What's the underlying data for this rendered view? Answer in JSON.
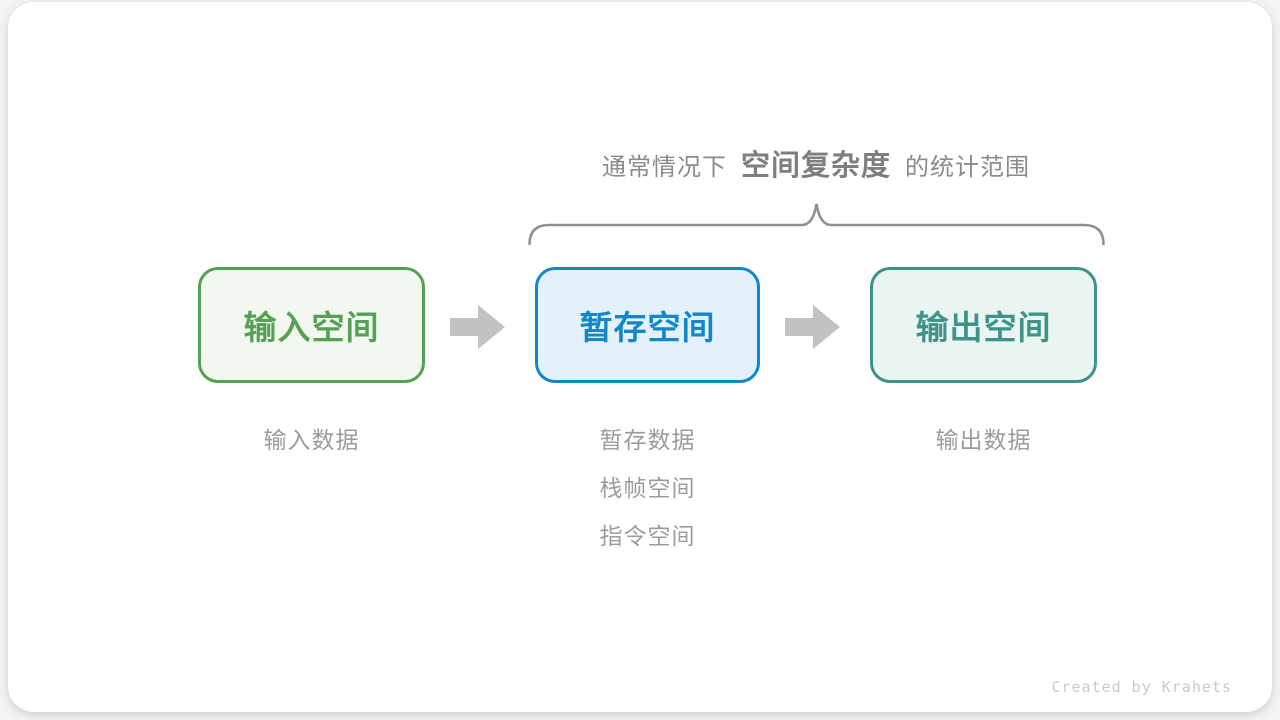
{
  "title": {
    "prefix": "通常情况下",
    "highlight": "空间复杂度",
    "suffix": "的统计范围"
  },
  "boxes": [
    {
      "id": "input-space",
      "label": "输入空间",
      "border_color": "#56A055",
      "fill_color": "#F2F8F0",
      "text_color": "#56A055",
      "notes": [
        "输入数据"
      ]
    },
    {
      "id": "temp-space",
      "label": "暂存空间",
      "border_color": "#1487C8",
      "fill_color": "#E3F1FB",
      "text_color": "#1487C8",
      "notes": [
        "暂存数据",
        "栈帧空间",
        "指令空间"
      ]
    },
    {
      "id": "output-space",
      "label": "输出空间",
      "border_color": "#3E9388",
      "fill_color": "#EAF4F1",
      "text_color": "#3E9388",
      "notes": [
        "输出数据"
      ]
    }
  ],
  "colors": {
    "arrow": "#C2C2C2",
    "brace": "#8F8F8F",
    "title_regular": "#8B8B8B",
    "title_highlight": "#7E7E7E",
    "note_text": "#9C9C9C",
    "credit_text": "#C9C9C9"
  },
  "credit": "Created by Krahets"
}
